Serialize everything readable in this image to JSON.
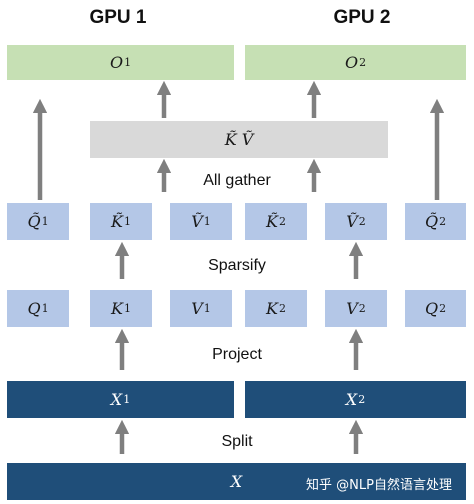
{
  "headers": {
    "gpu1": "GPU 1",
    "gpu2": "GPU 2"
  },
  "outputs": [
    {
      "base": "O",
      "sub": "1"
    },
    {
      "base": "O",
      "sub": "2"
    }
  ],
  "gathered": {
    "text": "K̃ Ṽ"
  },
  "steps": {
    "all_gather": "All gather",
    "sparsify": "Sparsify",
    "project": "Project",
    "split": "Split"
  },
  "sparse_row": [
    {
      "base": "Q̃",
      "sub": "1"
    },
    {
      "base": "K̃",
      "sub": "1"
    },
    {
      "base": "Ṽ",
      "sub": "1"
    },
    {
      "base": "K̃",
      "sub": "2"
    },
    {
      "base": "Ṽ",
      "sub": "2"
    },
    {
      "base": "Q̃",
      "sub": "2"
    }
  ],
  "proj_row": [
    {
      "base": "Q",
      "sub": "1"
    },
    {
      "base": "K",
      "sub": "1"
    },
    {
      "base": "V",
      "sub": "1"
    },
    {
      "base": "K",
      "sub": "2"
    },
    {
      "base": "V",
      "sub": "2"
    },
    {
      "base": "Q",
      "sub": "2"
    }
  ],
  "split_row": [
    {
      "base": "X",
      "sub": "1"
    },
    {
      "base": "X",
      "sub": "2"
    }
  ],
  "input": {
    "base": "X"
  },
  "watermark": "知乎 @NLP自然语言处理",
  "colors": {
    "output_green": "#c6e0b4",
    "gather_grey": "#d9d9d9",
    "qkv_blue": "#b4c7e7",
    "x_navy": "#1f4e79",
    "arrow_grey": "#7f7f7f"
  }
}
